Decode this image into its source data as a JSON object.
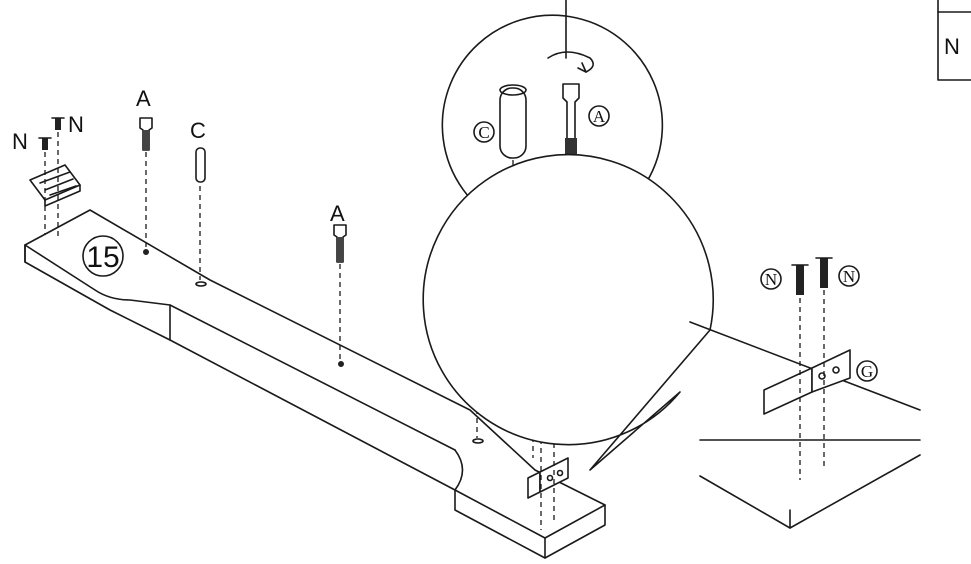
{
  "step_number": "15",
  "labels": {
    "N": "N",
    "A": "A",
    "C": "C",
    "G": "G"
  },
  "legend_partial": "N",
  "colors": {
    "line": "#1a1a1a",
    "background": "#ffffff",
    "screw_dark": "#222222"
  }
}
